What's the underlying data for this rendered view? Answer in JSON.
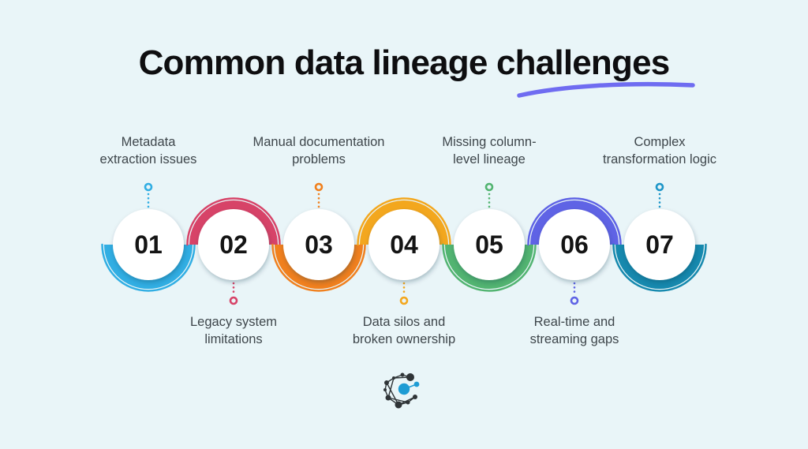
{
  "page": {
    "background": "#E9F5F8",
    "title_color": "#0E0E10",
    "label_color": "#3E464B",
    "underline_color": "#6F6CF1"
  },
  "title": {
    "text": "Common data lineage challenges"
  },
  "items": [
    {
      "number": "01",
      "color": "#31AEE3",
      "connector_color": "#31AEE3",
      "label_position": "top",
      "label_lines": [
        "Metadata",
        "extraction issues"
      ]
    },
    {
      "number": "02",
      "color": "#D74368",
      "connector_color": "#D74368",
      "label_position": "bottom",
      "label_lines": [
        "Legacy system",
        "limitations"
      ]
    },
    {
      "number": "03",
      "color": "#F0801E",
      "connector_color": "#F0801E",
      "label_position": "top",
      "label_lines": [
        "Manual documentation",
        "problems"
      ]
    },
    {
      "number": "04",
      "color": "#F3A71E",
      "connector_color": "#F3A71E",
      "label_position": "bottom",
      "label_lines": [
        "Data silos and",
        "broken ownership"
      ]
    },
    {
      "number": "05",
      "color": "#52B471",
      "connector_color": "#52B471",
      "label_position": "top",
      "label_lines": [
        "Missing column-",
        "level lineage"
      ]
    },
    {
      "number": "06",
      "color": "#5F63E5",
      "connector_color": "#5F63E5",
      "label_position": "bottom",
      "label_lines": [
        "Real-time and",
        "streaming gaps"
      ]
    },
    {
      "number": "07",
      "color": "#1689AE",
      "connector_color": "#1E96C8",
      "label_position": "top",
      "label_lines": [
        "Complex",
        "transformation logic"
      ]
    }
  ],
  "logo": {
    "node_color": "#2F3437",
    "accent_color": "#1E9CD4"
  }
}
